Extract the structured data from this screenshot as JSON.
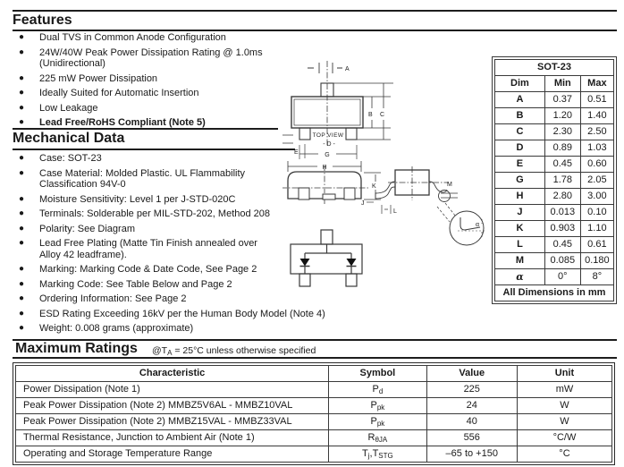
{
  "features": {
    "title": "Features",
    "items": [
      {
        "text": "Dual TVS in Common Anode Configuration",
        "bold": false
      },
      {
        "text": "24W/40W Peak Power Dissipation Rating @ 1.0ms\n(Unidirectional)",
        "bold": false
      },
      {
        "text": "225 mW Power Dissipation",
        "bold": false
      },
      {
        "text": "Ideally Suited for Automatic Insertion",
        "bold": false
      },
      {
        "text": "Low Leakage",
        "bold": false
      },
      {
        "text": "Lead Free/RoHS Compliant (Note 5)",
        "bold": true
      }
    ]
  },
  "mechanical": {
    "title": "Mechanical Data",
    "items": [
      {
        "text": "Case: SOT-23",
        "bold": false
      },
      {
        "text": "Case Material:  Molded Plastic.  UL Flammability\nClassification 94V-0",
        "bold": false
      },
      {
        "text": "Moisture Sensitivity:  Level 1 per J-STD-020C",
        "bold": false
      },
      {
        "text": "Terminals: Solderable per MIL-STD-202, Method 208",
        "bold": false
      },
      {
        "text": "Polarity: See Diagram",
        "bold": false
      },
      {
        "text": "Lead Free Plating (Matte Tin Finish annealed over\nAlloy 42 leadframe).",
        "bold": false
      },
      {
        "text": "Marking: Marking Code & Date Code, See Page 2",
        "bold": false
      },
      {
        "text": "Marking Code: See Table Below and Page 2",
        "bold": false
      },
      {
        "text": "Ordering Information: See Page 2",
        "bold": false
      },
      {
        "text": "ESD Rating Exceeding 16kV per the Human Body Model (Note 4)",
        "bold": false
      },
      {
        "text": "Weight: 0.008 grams (approximate)",
        "bold": false
      }
    ]
  },
  "dim_table": {
    "title": "SOT-23",
    "headers": [
      "Dim",
      "Min",
      "Max"
    ],
    "rows": [
      [
        "A",
        "0.37",
        "0.51"
      ],
      [
        "B",
        "1.20",
        "1.40"
      ],
      [
        "C",
        "2.30",
        "2.50"
      ],
      [
        "D",
        "0.89",
        "1.03"
      ],
      [
        "E",
        "0.45",
        "0.60"
      ],
      [
        "G",
        "1.78",
        "2.05"
      ],
      [
        "H",
        "2.80",
        "3.00"
      ],
      [
        "J",
        "0.013",
        "0.10"
      ],
      [
        "K",
        "0.903",
        "1.10"
      ],
      [
        "L",
        "0.45",
        "0.61"
      ],
      [
        "M",
        "0.085",
        "0.180"
      ],
      [
        "α",
        "0°",
        "8°"
      ]
    ],
    "footer": "All Dimensions in mm"
  },
  "diagram": {
    "top_view_label": "TOP VIEW",
    "dims": {
      "A": "A",
      "B": "B",
      "C": "C",
      "D": "- D -",
      "E": "E",
      "G": "G",
      "H": "H",
      "J": "J",
      "K": "K",
      "L": "L",
      "M": "M",
      "alpha": "α"
    }
  },
  "max_ratings": {
    "title": "Maximum Ratings",
    "subtitle": [
      [
        "@T",
        false
      ],
      [
        "A",
        true
      ],
      [
        " = 25°C unless otherwise specified",
        false
      ]
    ],
    "headers": [
      "Characteristic",
      "Symbol",
      "Value",
      "Unit"
    ],
    "rows": [
      {
        "characteristic": "Power Dissipation (Note 1)",
        "symbol": [
          [
            "P",
            false
          ],
          [
            "d",
            true
          ]
        ],
        "value": "225",
        "unit": "mW"
      },
      {
        "characteristic": "Peak Power Dissipation (Note 2) MMBZ5V6AL - MMBZ10VAL",
        "symbol": [
          [
            "P",
            false
          ],
          [
            "pk",
            true
          ]
        ],
        "value": "24",
        "unit": "W"
      },
      {
        "characteristic": "Peak Power Dissipation (Note 2) MMBZ15VAL - MMBZ33VAL",
        "symbol": [
          [
            "P",
            false
          ],
          [
            "pk",
            true
          ]
        ],
        "value": "40",
        "unit": "W"
      },
      {
        "characteristic": "Thermal Resistance, Junction to Ambient Air (Note 1)",
        "symbol": [
          [
            "R",
            false
          ],
          [
            "θJA",
            true
          ]
        ],
        "value": "556",
        "unit": "°C/W"
      },
      {
        "characteristic": "Operating and Storage Temperature Range",
        "symbol": [
          [
            "T",
            false
          ],
          [
            "j",
            true
          ],
          [
            ",T",
            false
          ],
          [
            "STG",
            true
          ]
        ],
        "value": "–65 to +150",
        "unit": "°C"
      }
    ]
  },
  "colors": {
    "text": "#1a1a1a",
    "line": "#3a3a3a",
    "background": "#ffffff"
  }
}
